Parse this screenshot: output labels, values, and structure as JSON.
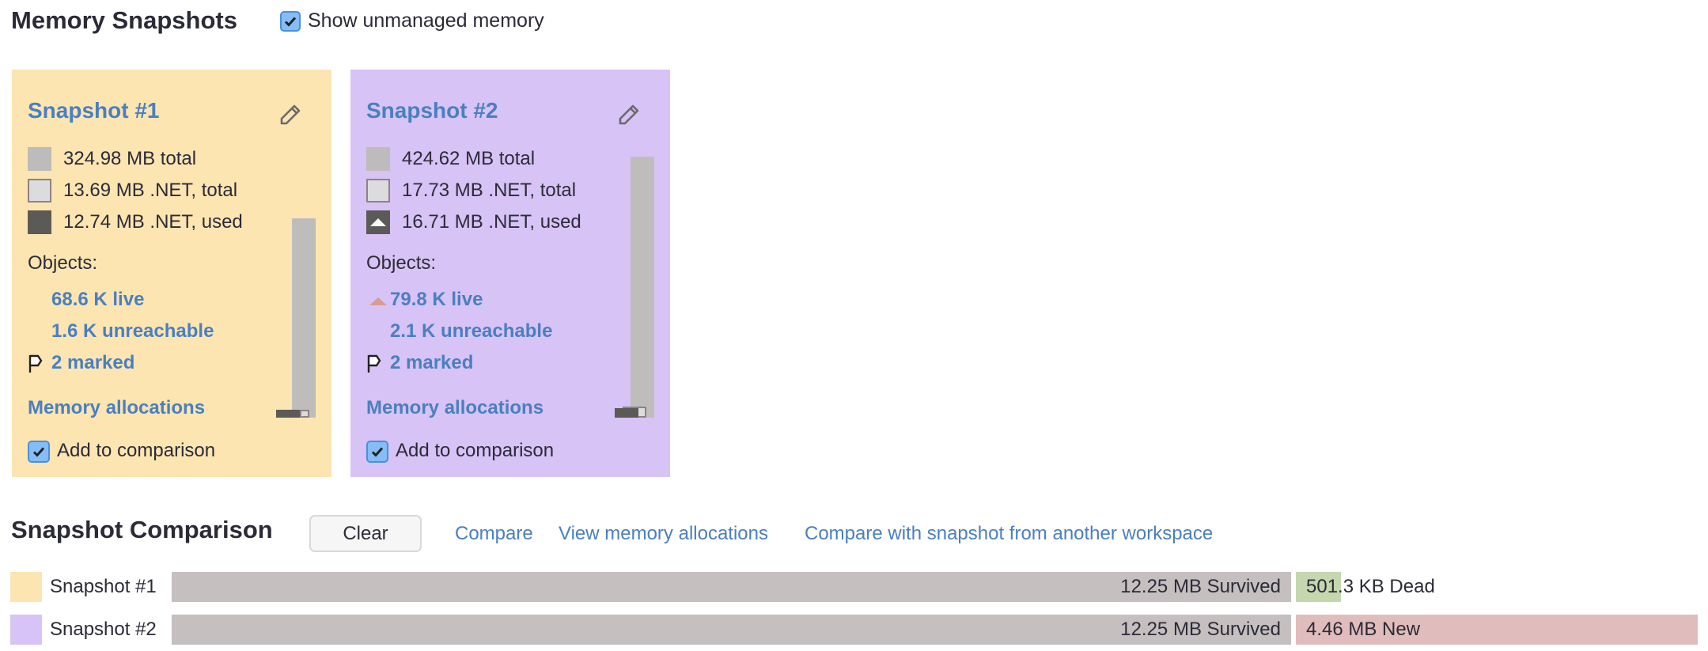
{
  "header": {
    "title": "Memory Snapshots",
    "show_unmanaged": {
      "label": "Show unmanaged memory",
      "checked": true
    }
  },
  "colors": {
    "snapshot1_bg": "#fce5b1",
    "snapshot2_bg": "#d7c3f5",
    "link": "#4a7fc1",
    "survived": "#c5bfbf",
    "dead": "#c4d7ae",
    "new": "#e1bcbc",
    "increase_arrow": "#d99b8e"
  },
  "snapshots": [
    {
      "title": "Snapshot #1",
      "edit_icon": "pencil-icon",
      "legend": [
        {
          "icon": "total-swatch",
          "text": "324.98 MB total"
        },
        {
          "icon": "net-total-swatch",
          "text": "13.69 MB .NET, total"
        },
        {
          "icon": "net-used-swatch",
          "text": "12.74 MB .NET, used"
        }
      ],
      "objects_label": "Objects:",
      "live": "68.6 K live",
      "unreachable": "1.6 K unreachable",
      "marked": "2 marked",
      "marked_icon": "flag-icon",
      "memory_allocations": "Memory allocations",
      "add_to_comparison": {
        "label": "Add to comparison",
        "checked": true
      }
    },
    {
      "title": "Snapshot #2",
      "edit_icon": "pencil-icon",
      "legend": [
        {
          "icon": "total-swatch",
          "text": "424.62 MB total"
        },
        {
          "icon": "net-total-swatch",
          "text": "17.73 MB .NET, total"
        },
        {
          "icon": "net-used-increase-swatch",
          "text": "16.71 MB .NET, used"
        }
      ],
      "objects_label": "Objects:",
      "live": "79.8 K live",
      "live_trend": "increase-arrow-icon",
      "unreachable": "2.1 K unreachable",
      "marked": "2 marked",
      "marked_icon": "flag-icon",
      "memory_allocations": "Memory allocations",
      "add_to_comparison": {
        "label": "Add to comparison",
        "checked": true
      }
    }
  ],
  "comparison": {
    "title": "Snapshot Comparison",
    "clear_label": "Clear",
    "links": [
      "Compare",
      "View memory allocations",
      "Compare with snapshot from another workspace"
    ],
    "rows": [
      {
        "label": "Snapshot #1",
        "survived": "12.25 MB Survived",
        "delta": "501.3 KB Dead",
        "delta_kind": "dead"
      },
      {
        "label": "Snapshot #2",
        "survived": "12.25 MB Survived",
        "delta": "4.46 MB New",
        "delta_kind": "new"
      }
    ]
  }
}
